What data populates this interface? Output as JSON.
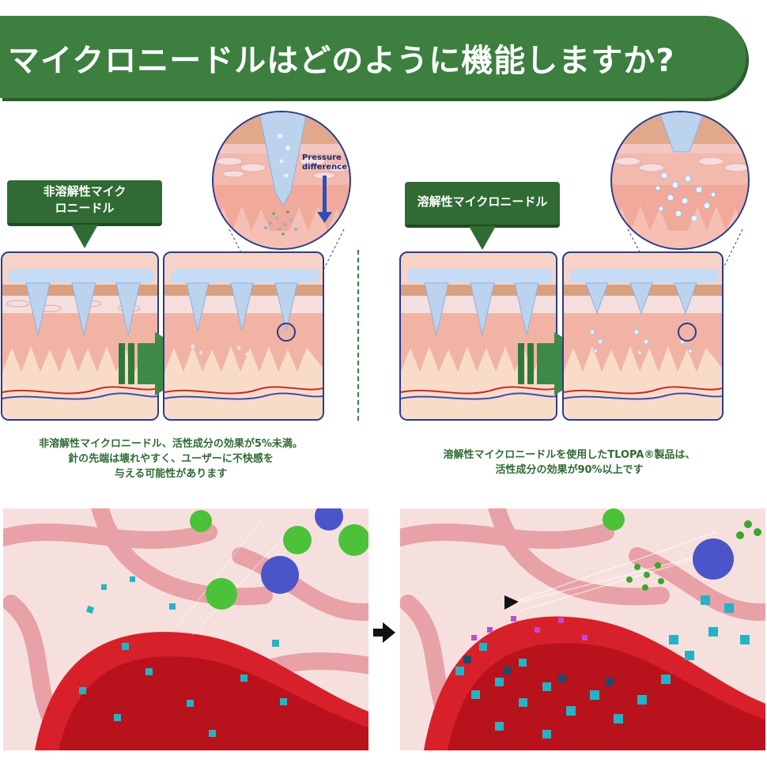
{
  "header": {
    "title": "マイクロニードルはどのように機能しますか?"
  },
  "left": {
    "callout": "非溶解性マイク\nロニードル",
    "magnifier_label": "Pressure difference",
    "caption_lines": [
      "非溶解性マイクロニードル、活性成分の効果が5%未満。",
      "針の先端は壊れやすく、ユーザーに不快感を",
      "与える可能性があります"
    ]
  },
  "right": {
    "callout": "溶解性マイクロニードル",
    "caption_lines": [
      "溶解性マイクロニードルを使用したTLOPA®製品は、",
      "活性成分の効果が90%以上です"
    ]
  },
  "icons": {
    "step_arrow": "right-arrow-icon",
    "compare_arrow": "right-arrow-icon",
    "pressure_arrow": "down-arrow-icon"
  },
  "colors": {
    "brand_green": "#3c7f3f",
    "dark_green": "#2f6b33",
    "outline_blue": "#2a3b8f",
    "vessel_red": "#d8202a",
    "particle_cyan": "#24b3c6",
    "particle_green": "#4cc23a",
    "particle_blue": "#4b55c9"
  }
}
